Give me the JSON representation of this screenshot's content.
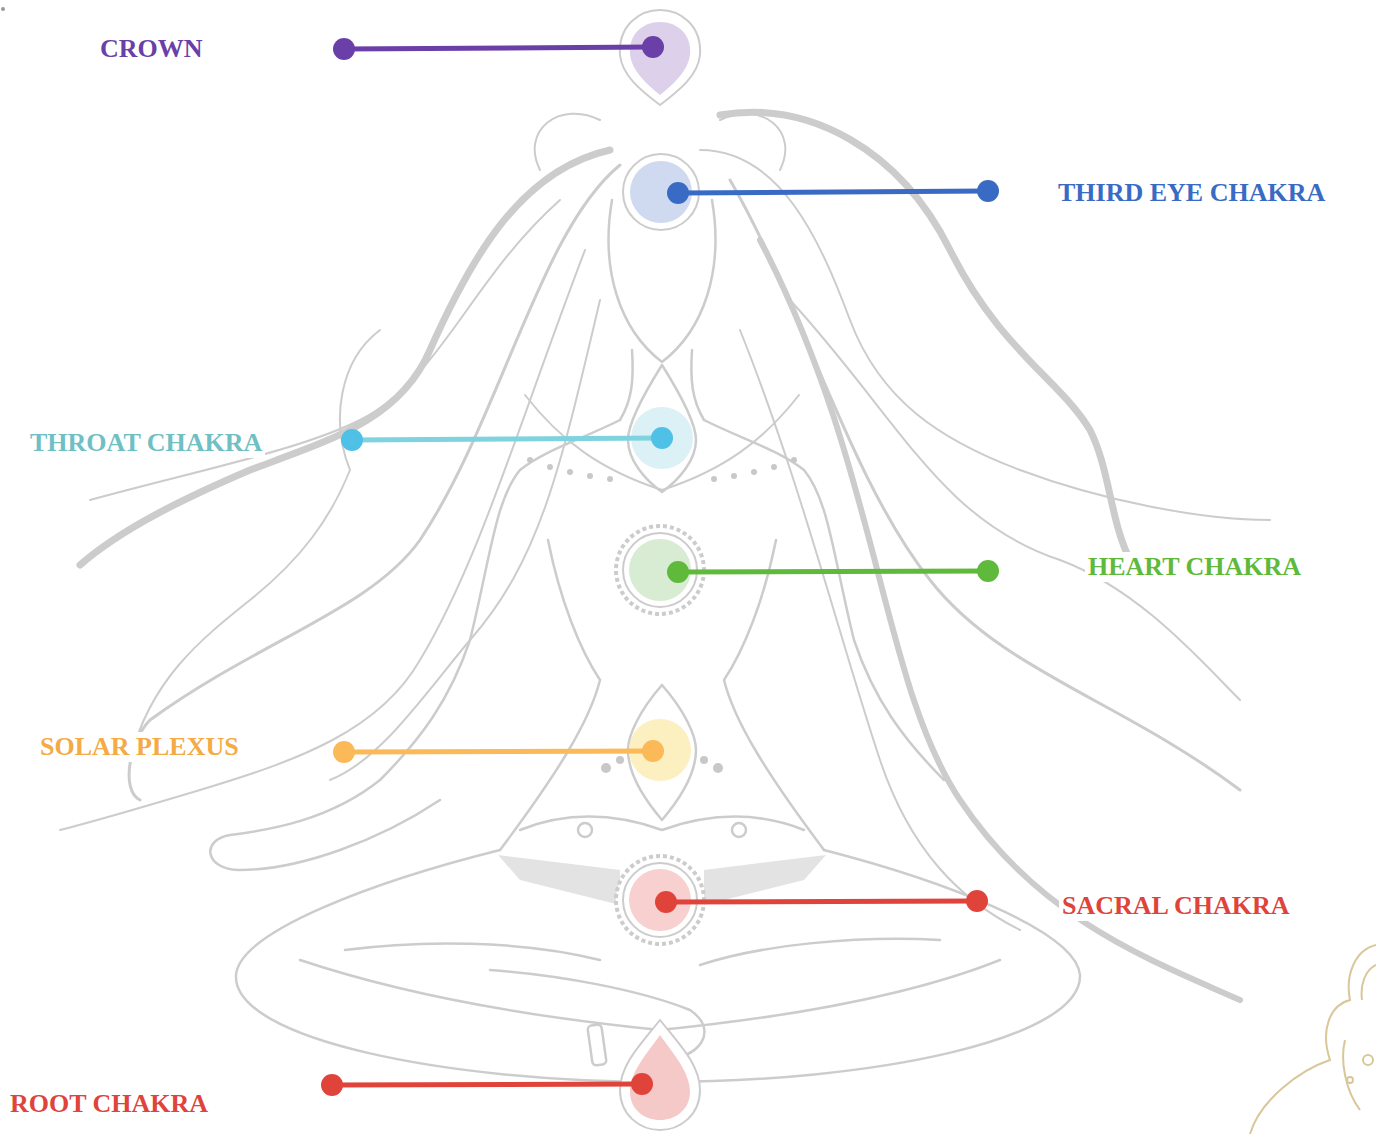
{
  "diagram": {
    "labels": [
      "CROWN",
      "THIRD EYE CHAKRA",
      "THROAT CHAKRA",
      "HEART CHAKRA",
      "SOLAR PLEXUS",
      "SACRAL CHAKRA",
      "ROOT CHAKRA"
    ]
  }
}
